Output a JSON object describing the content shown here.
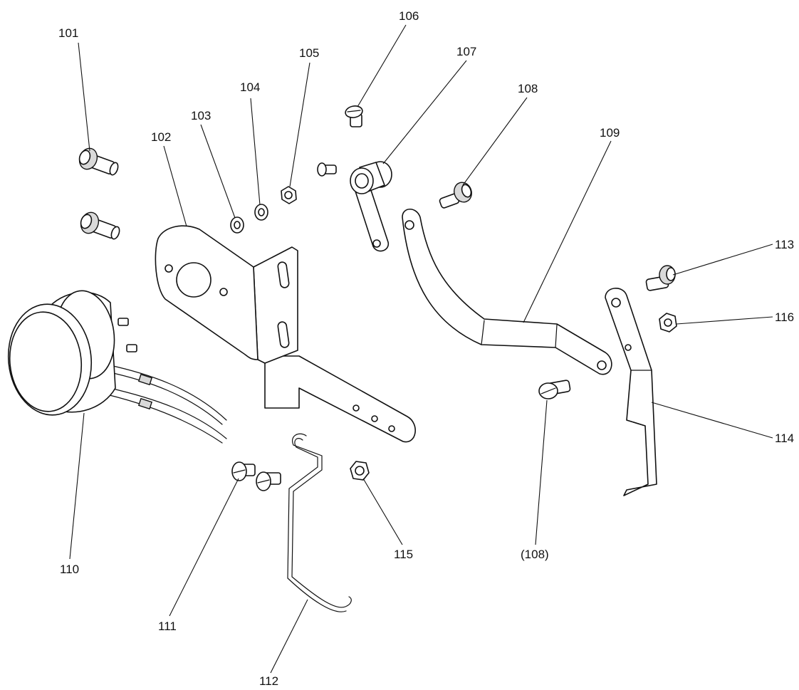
{
  "callouts": {
    "c101": "101",
    "c102": "102",
    "c103": "103",
    "c104": "104",
    "c105": "105",
    "c106": "106",
    "c107": "107",
    "c108": "108",
    "c109": "109",
    "c110": "110",
    "c111": "111",
    "c112": "112",
    "c113": "113",
    "c114": "114",
    "c115": "115",
    "c116": "116",
    "c108ref": "(108)"
  }
}
